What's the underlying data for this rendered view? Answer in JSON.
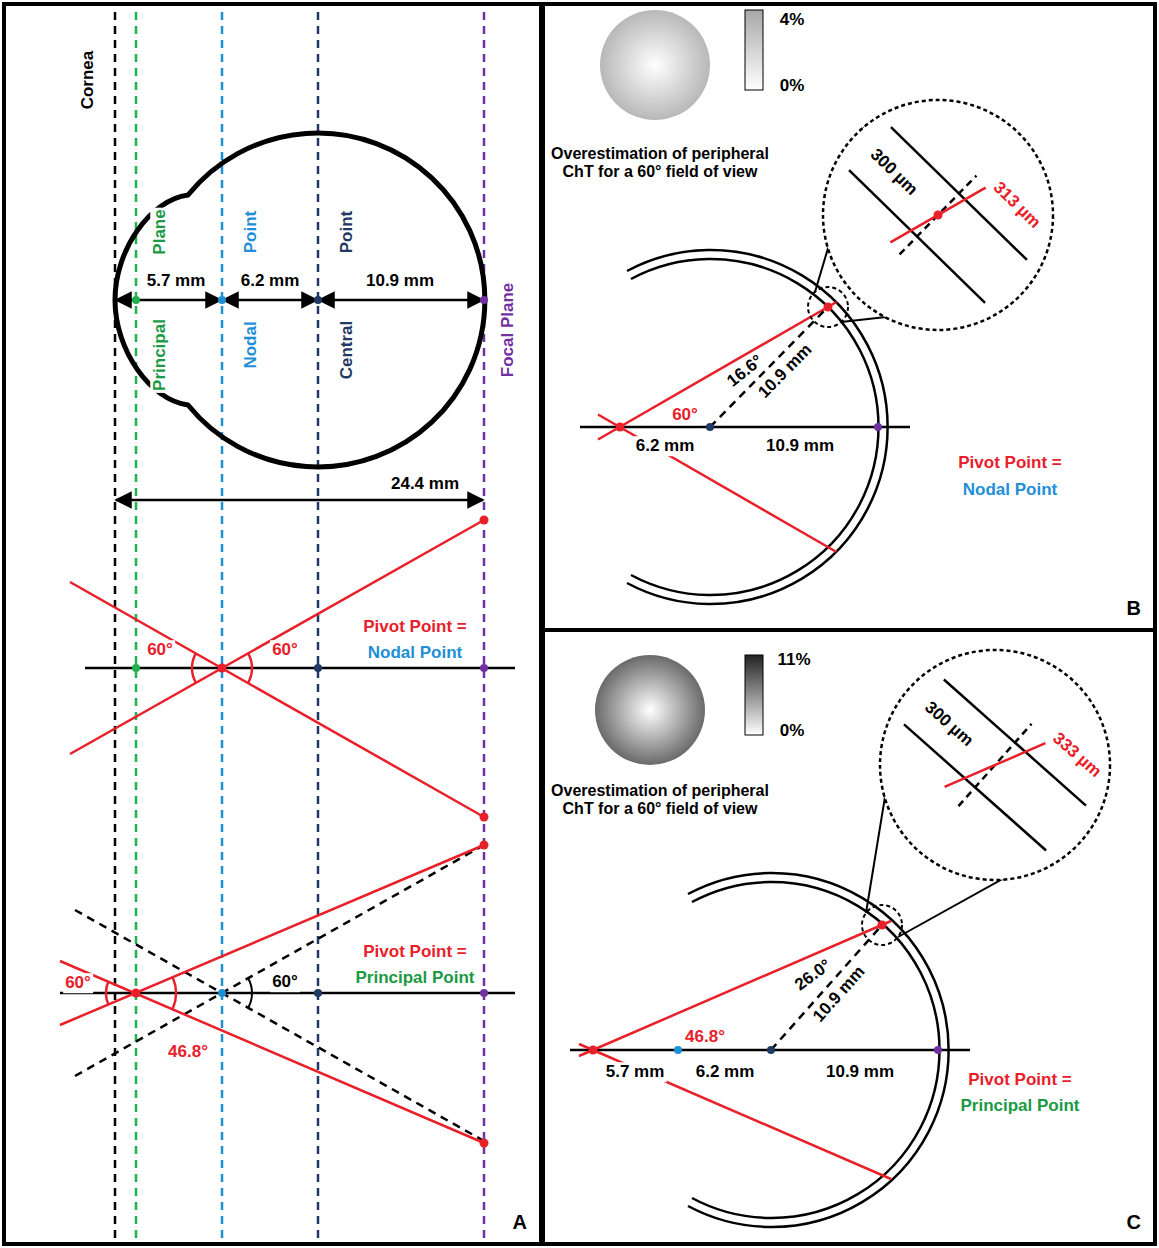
{
  "diagram": {
    "nodes": [
      {
        "text": [
          "A"
        ]
      },
      {
        "text": [
          "B"
        ]
      },
      {
        "text": [
          "C"
        ]
      }
    ],
    "labels": [
      "Cornea",
      "Plane",
      "Principal",
      "Point",
      "Nodal",
      "Point",
      "Central",
      "Focal Plane",
      "5.7 mm",
      "6.2 mm",
      "10.9 mm",
      "24.4 mm",
      "60°",
      "60°",
      "Pivot Point =",
      "Nodal Point",
      "60°",
      "60°",
      "46.8°",
      "Pivot Point =",
      "Principal Point",
      "4%",
      "0%",
      "Overestimation of peripheral ChT for a 60° field of view",
      "300 µm",
      "313 µm",
      "16.6°",
      "10.9 mm",
      "60°",
      "6.2 mm",
      "10.9 mm",
      "Pivot Point =",
      "Nodal Point",
      "11%",
      "0%",
      "Overestimation of peripheral ChT for a 60° field of view",
      "300 µm",
      "333 µm",
      "26.0°",
      "10.9 mm",
      "46.8°",
      "5.7 mm",
      "6.2 mm",
      "10.9 mm",
      "Pivot Point =",
      "Principal Point"
    ]
  }
}
